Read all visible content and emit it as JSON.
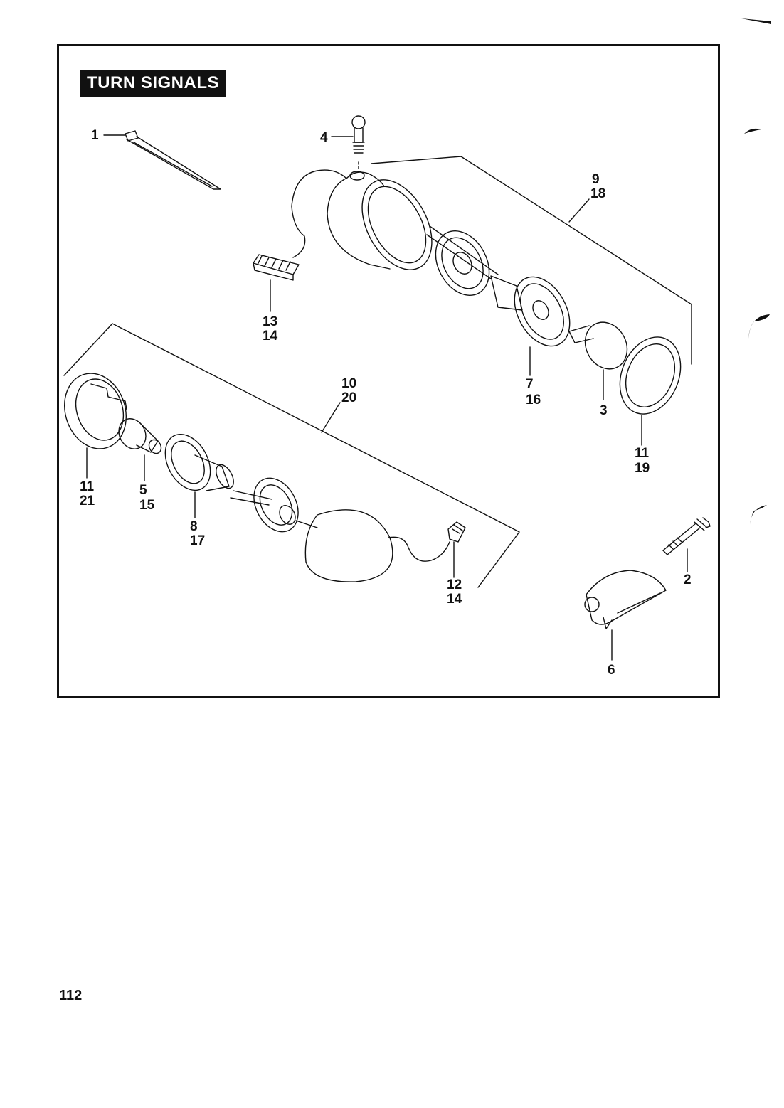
{
  "title": "TURN SIGNALS",
  "page_number": "112",
  "callouts": {
    "c1": "1",
    "c2": "2",
    "c3": "3",
    "c4": "4",
    "c5": "5",
    "c6": "6",
    "c7a": "7",
    "c7b": "16",
    "c8a": "8",
    "c8b": "17",
    "c9a": "9",
    "c9b": "18",
    "c10a": "10",
    "c10b": "20",
    "c11a_left": "11",
    "c11b_left": "21",
    "c11a_right": "11",
    "c11b_right": "19",
    "c12a": "12",
    "c12b": "14",
    "c13a": "13",
    "c13b": "14",
    "c15": "15"
  },
  "parts": [
    {
      "callout": "1",
      "icon": "cable-tie-icon"
    },
    {
      "callout": "2",
      "icon": "stud-bolt-icon"
    },
    {
      "callout": "3",
      "icon": "bulb-icon"
    },
    {
      "callout": "4",
      "icon": "ball-stud-icon"
    },
    {
      "callout": "5",
      "icon": "bulb-icon"
    },
    {
      "callout": "6",
      "icon": "mount-clamp-icon"
    },
    {
      "callout": "7",
      "icon": "bulb-socket-icon"
    },
    {
      "callout": "8",
      "icon": "bulb-socket-icon"
    },
    {
      "callout": "9",
      "icon": "turn-signal-housing-icon"
    },
    {
      "callout": "10",
      "icon": "turn-signal-housing-icon"
    },
    {
      "callout": "11",
      "icon": "lens-icon"
    },
    {
      "callout": "12",
      "icon": "connector-icon"
    },
    {
      "callout": "13",
      "icon": "connector-icon"
    }
  ]
}
